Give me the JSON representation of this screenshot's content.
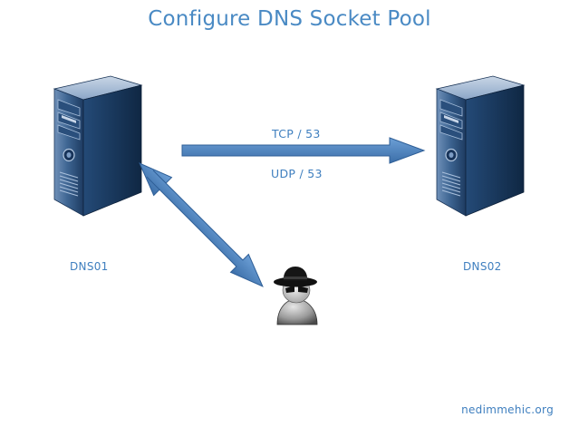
{
  "title": "Configure DNS Socket Pool",
  "nodes": [
    {
      "id": "dns01",
      "label": "DNS01",
      "icon": "server-tower-icon"
    },
    {
      "id": "dns02",
      "label": "DNS02",
      "icon": "server-tower-icon"
    },
    {
      "id": "attacker",
      "label": "",
      "icon": "spy-attacker-icon"
    }
  ],
  "connections": [
    {
      "from": "dns01",
      "to": "dns02",
      "labels": [
        "TCP / 53",
        "UDP / 53"
      ],
      "direction": "one-way"
    },
    {
      "from": "dns01",
      "to": "attacker",
      "labels": [],
      "direction": "two-way"
    }
  ],
  "footer": "nedimmehic.org",
  "colors": {
    "title": "#4a8ac4",
    "text": "#3f7fbf",
    "arrow": "#4a7fbe",
    "arrow_edge": "#2f5f97",
    "server_dark": "#1f3f66",
    "server_light": "#7f9ec3"
  }
}
